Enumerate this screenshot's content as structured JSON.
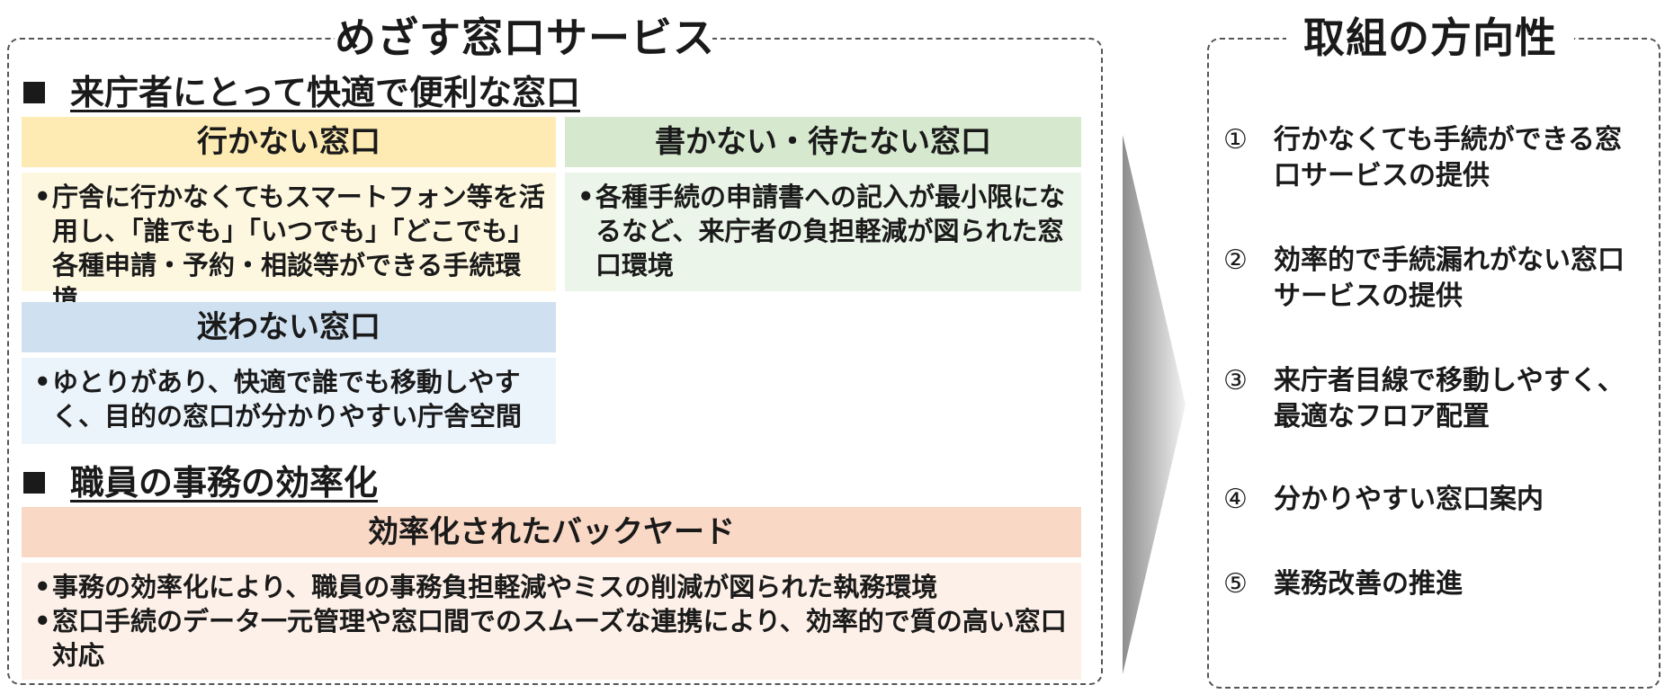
{
  "left_panel": {
    "title": "めざす窓口サービス",
    "section1": {
      "heading": "来庁者にとって快適で便利な窓口"
    },
    "cards": {
      "ikanai": {
        "title": "行かない窓口",
        "bullet": "庁舎に行かなくてもスマートフォン等を活用し、「誰でも」「いつでも」「どこでも」各種申請・予約・相談等ができる手続環境",
        "header_color": "#fdebb3",
        "body_color": "#fef7e0"
      },
      "kakanai": {
        "title": "書かない・待たない窓口",
        "bullet": "各種手続の申請書への記入が最小限になるなど、来庁者の負担軽減が図られた窓口環境",
        "header_color": "#d6e9cf",
        "body_color": "#ecf5e9"
      },
      "mayowanai": {
        "title": "迷わない窓口",
        "bullet": "ゆとりがあり、快適で誰でも移動しやすく、目的の窓口が分かりやすい庁舎空間",
        "header_color": "#cfe0f0",
        "body_color": "#ebf3fb"
      },
      "backyard": {
        "title": "効率化されたバックヤード",
        "bullets": [
          "事務の効率化により、職員の事務負担軽減やミスの削減が図られた執務環境",
          "窓口手続のデータ一元管理や窓口間でのスムーズな連携により、効率的で質の高い窓口対応"
        ],
        "header_color": "#f9d8c5",
        "body_color": "#fdf0e8"
      }
    },
    "section2": {
      "heading": "職員の事務の効率化"
    }
  },
  "right_panel": {
    "title": "取組の方向性",
    "items": [
      {
        "num": "①",
        "text": "行かなくても手続ができる窓口サービスの提供"
      },
      {
        "num": "②",
        "text": "効率的で手続漏れがない窓口サービスの提供"
      },
      {
        "num": "③",
        "text": "来庁者目線で移動しやすく、最適なフロア配置"
      },
      {
        "num": "④",
        "text": "分かりやすい窓口案内"
      },
      {
        "num": "⑤",
        "text": "業務改善の推進"
      }
    ]
  },
  "bullet_glyph": "•",
  "arrow_icon": "chevron-right-gradient-icon"
}
